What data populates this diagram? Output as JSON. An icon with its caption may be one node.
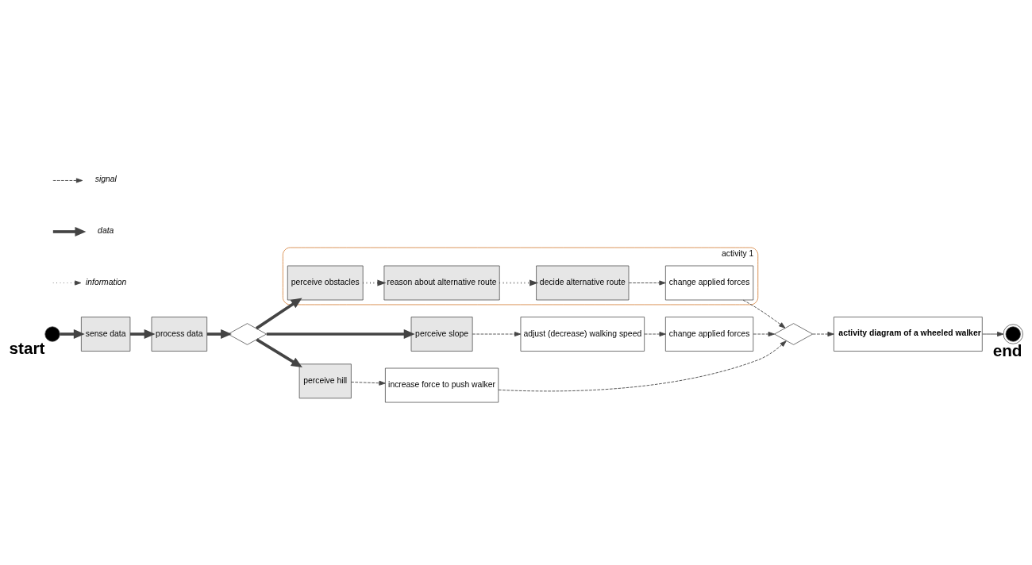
{
  "diagram": {
    "nodes": [
      {
        "text": [],
        "shape": "circle",
        "beside": [
          "start"
        ]
      },
      {
        "text": [
          "sense data"
        ]
      },
      {
        "text": [
          "process data"
        ]
      },
      {
        "text": [
          "activity 1"
        ]
      },
      {
        "text": [
          "perceive obstacles"
        ],
        "in": 3
      },
      {
        "text": [
          "reason about alternative route"
        ],
        "in": 3
      },
      {
        "text": [
          "decide alternative route"
        ],
        "in": 3
      },
      {
        "text": [
          "change applied forces"
        ],
        "in": 3
      },
      {
        "text": [],
        "shape": "diamond"
      },
      {
        "text": [
          "perceive slope"
        ]
      },
      {
        "text": [
          "adjust (decrease) walking speed"
        ]
      },
      {
        "text": [
          "change applied forces"
        ]
      },
      {
        "text": [
          "perceive hill"
        ]
      },
      {
        "text": [
          "increase force to push walker"
        ]
      },
      {
        "text": [],
        "shape": "diamond"
      },
      {
        "text": [
          "activity diagram of a wheeled walker"
        ]
      },
      {
        "text": [],
        "shape": "circle",
        "beside": [
          "end"
        ]
      }
    ],
    "edges": [
      {
        "from": 0,
        "to": 1,
        "arrow": "to",
        "style": "thick"
      },
      {
        "from": 1,
        "to": 2,
        "arrow": "to",
        "style": "thick"
      },
      {
        "from": 2,
        "to": 8,
        "arrow": "to",
        "style": "thick"
      },
      {
        "from": 8,
        "to": 4,
        "arrow": "to",
        "style": "thick"
      },
      {
        "from": 4,
        "to": 5,
        "arrow": "to",
        "style": "dashed"
      },
      {
        "from": 5,
        "to": 6,
        "arrow": "to",
        "style": "dashed"
      },
      {
        "from": 6,
        "to": 7,
        "arrow": "to",
        "style": "dashed"
      },
      {
        "from": 7,
        "to": 14,
        "arrow": "to",
        "style": "dashed"
      },
      {
        "from": 8,
        "to": 9,
        "arrow": "to",
        "style": "thick"
      },
      {
        "from": 9,
        "to": 10,
        "arrow": "to",
        "style": "dashed"
      },
      {
        "from": 10,
        "to": 11,
        "arrow": "to",
        "style": "dashed"
      },
      {
        "from": 11,
        "to": 14,
        "arrow": "to",
        "style": "dashed"
      },
      {
        "from": 8,
        "to": 12,
        "arrow": "to",
        "style": "thick"
      },
      {
        "from": 12,
        "to": 13,
        "arrow": "to",
        "style": "dashed"
      },
      {
        "from": 13,
        "to": 14,
        "arrow": "to",
        "style": "dashed"
      },
      {
        "from": 14,
        "to": 15,
        "arrow": "to",
        "style": "dashed"
      },
      {
        "from": 15,
        "to": 16,
        "arrow": "to"
      }
    ],
    "legend": [
      {
        "text": "signal"
      },
      {
        "text": "data"
      },
      {
        "text": "information"
      }
    ]
  }
}
